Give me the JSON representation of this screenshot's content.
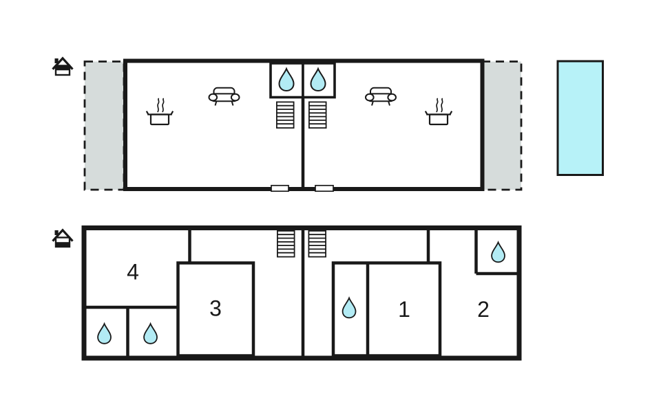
{
  "colors": {
    "line": "#191919",
    "terrace_fill": "#d6dcdb",
    "water_drop_fill": "#b2ebf4",
    "pool_fill": "#b7f2f8",
    "background": "#ffffff"
  },
  "ground_floor": {
    "rooms": [
      {
        "number": "4"
      },
      {
        "number": "3"
      },
      {
        "number": "1"
      },
      {
        "number": "2"
      }
    ]
  },
  "icons": {
    "upper_level_indicator": "house-icon-upper-band-filled",
    "ground_level_indicator": "house-icon-lower-band-filled",
    "water_drop": "water-drop-icon",
    "stairs": "stairs-icon",
    "sofa": "sofa-icon",
    "stove": "steaming-pot-icon",
    "pool": "swimming-pool",
    "terrace": "dashed-terrace-area"
  }
}
